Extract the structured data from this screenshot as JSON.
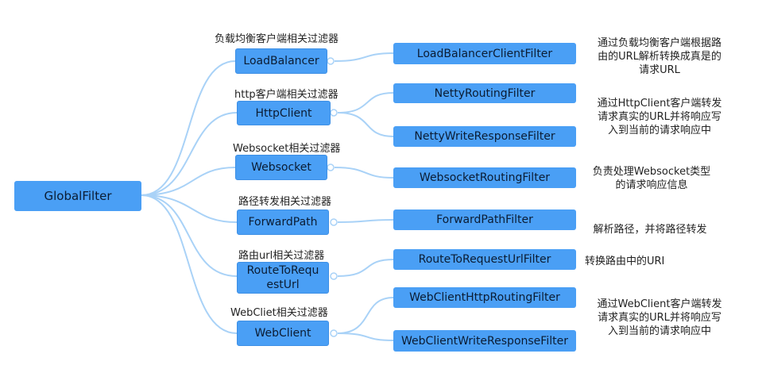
{
  "root": {
    "label": "GlobalFilter"
  },
  "groups": [
    {
      "caption": "负载均衡客户端相关过滤器",
      "category": "LoadBalancer",
      "filters": [
        "LoadBalancerClientFilter"
      ],
      "description_lines": [
        "通过负载均衡客户端根据路",
        "由的URL解析转换成真是的",
        "请求URL"
      ]
    },
    {
      "caption": "http客户端相关过滤器",
      "category": "HttpClient",
      "filters": [
        "NettyRoutingFilter",
        "NettyWriteResponseFilter"
      ],
      "description_lines": [
        "通过HttpClient客户端转发",
        "请求真实的URL并将响应写",
        "入到当前的请求响应中"
      ]
    },
    {
      "caption": "Websocket相关过滤器",
      "category": "Websocket",
      "filters": [
        "WebsocketRoutingFilter"
      ],
      "description_lines": [
        "负责处理Websocket类型",
        "的请求响应信息"
      ]
    },
    {
      "caption": "路径转发相关过滤器",
      "category": "ForwardPath",
      "filters": [
        "ForwardPathFilter"
      ],
      "description_lines": [
        "解析路径，并将路径转发"
      ]
    },
    {
      "caption": "路由url相关过滤器",
      "category_lines": [
        "RouteToRequ",
        "estUrl"
      ],
      "filters": [
        "RouteToRequestUrlFilter"
      ],
      "description_lines": [
        "转换路由中的URI"
      ]
    },
    {
      "caption": "WebCliet相关过滤器",
      "category": "WebClient",
      "filters": [
        "WebClientHttpRoutingFilter",
        "WebClientWriteResponseFilter"
      ],
      "description_lines": [
        "通过WebClient客户端转发",
        "请求真实的URL并将响应写",
        "入到当前的请求响应中"
      ]
    }
  ],
  "colors": {
    "node_fill": "#4a9ff5",
    "link": "#a9d2f7"
  }
}
